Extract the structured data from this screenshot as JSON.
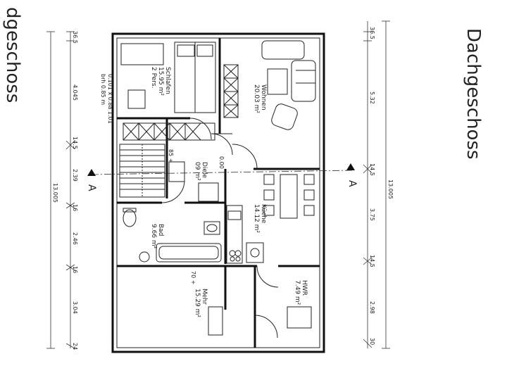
{
  "headings": {
    "left": "dgeschoss",
    "right": "Dachgeschoss"
  },
  "rooms": [
    {
      "key": "schlafen",
      "name": "Schlafen",
      "area": "15.95 m²",
      "note": "2 Pers."
    },
    {
      "key": "wohnen",
      "name": "Wohnen",
      "area": "20.03 m²"
    },
    {
      "key": "flur",
      "name": "Diele",
      "area": "09 m²"
    },
    {
      "key": "kueche",
      "name": "Küche",
      "area": "14.12 m²"
    },
    {
      "key": "bad",
      "name": "Bad",
      "area": "9.66 m²"
    },
    {
      "key": "hwr",
      "name": "HWR",
      "area": "7.49 m²"
    },
    {
      "key": "mehr",
      "name": "Mehr",
      "area": "15.29 m²"
    }
  ],
  "left_dims": {
    "total": "13.005",
    "segments": [
      "36.5",
      "4.045",
      "14.5",
      "2.39",
      "16",
      "2.46",
      "16",
      "3.04",
      "24"
    ]
  },
  "right_dims": {
    "total": "13.005",
    "segments": [
      "36.5",
      "5.32",
      "14.5",
      "3.75",
      "14.5",
      "2.98",
      "30"
    ]
  },
  "section_marks": [
    "A",
    "A"
  ],
  "misc_labels": {
    "stair_note": "85 +",
    "level_note": "0.00",
    "window_note_1": "0.101 x 0.8a 1.01",
    "window_note_2": "brh 0.85 m",
    "level_note_2": "70 +"
  }
}
